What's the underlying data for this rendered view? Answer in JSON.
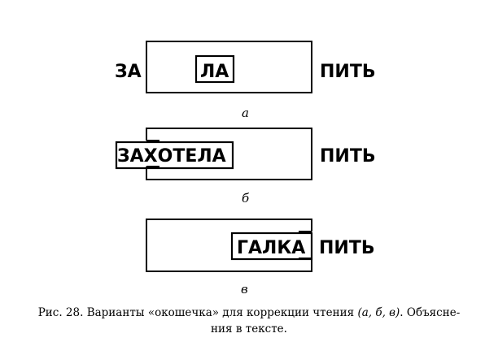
{
  "panels": [
    {
      "label": "а",
      "left_word": "ЗА",
      "window_word": "ЛА",
      "right_word": "ПИТЬ"
    },
    {
      "label": "б",
      "left_word": "",
      "window_word": "ЗАХОТЕЛА",
      "right_word": "ПИТЬ"
    },
    {
      "label": "в",
      "left_word": "",
      "window_word": "ГАЛКА",
      "right_word": "ПИТЬ"
    }
  ],
  "caption": {
    "lead": "Рис. 28. Варианты «окошечка» для коррекции чтения",
    "refs": "(а, б, в)",
    "tail": ". Объясне-",
    "line2": "ния в тексте."
  }
}
